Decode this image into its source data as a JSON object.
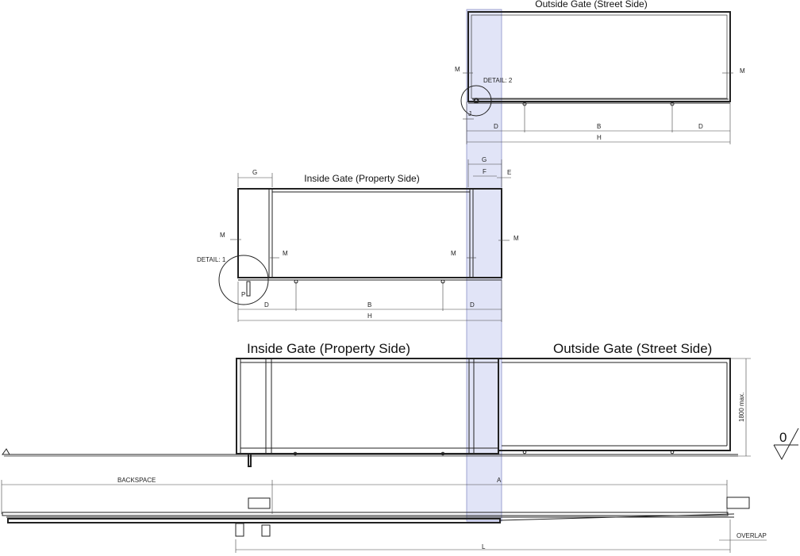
{
  "titles": {
    "top_outside": "Outside Gate (Street Side)",
    "mid_inside": "Inside Gate (Property Side)",
    "bottom_inside": "Inside Gate (Property Side)",
    "bottom_outside": "Outside Gate (Street Side)"
  },
  "details": {
    "detail1": "DETAIL: 1",
    "detail2": "DETAIL: 2"
  },
  "dimensions": {
    "M": "M",
    "D": "D",
    "B": "B",
    "H": "H",
    "G": "G",
    "F": "F",
    "E": "E",
    "P": "P",
    "J": "J",
    "A": "A",
    "L": "L",
    "backspace": "BACKSPACE",
    "overlap": "OVERLAP",
    "height": "1800 max."
  },
  "level_symbol": "0",
  "colors": {
    "highlight": "#c9cdf0",
    "line": "#222222"
  }
}
